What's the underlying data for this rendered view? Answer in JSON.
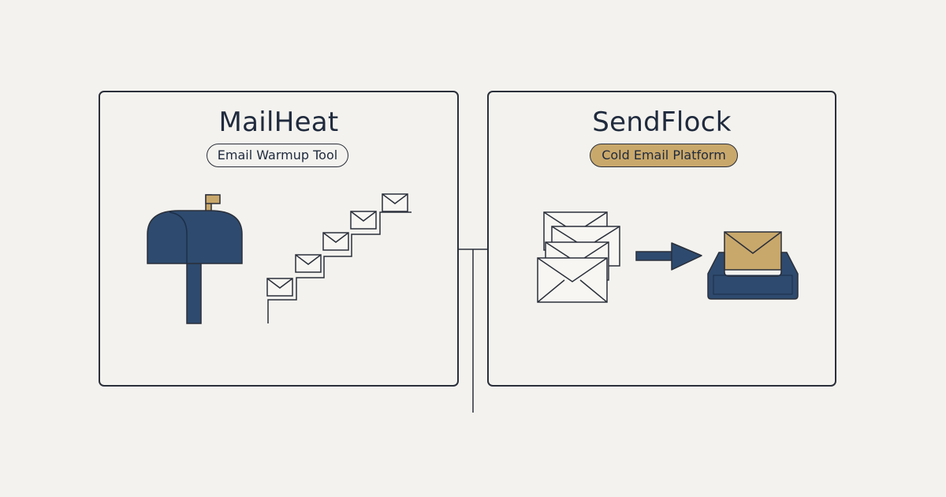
{
  "colors": {
    "background": "#f3f2ee",
    "navy": "#2e4a6e",
    "gold": "#c9a86b",
    "outline": "#2a2f3a",
    "envelope_fill": "#f7f6f2"
  },
  "left_tool": {
    "name": "MailHeat",
    "badge": "Email Warmup Tool",
    "icons": [
      "mailbox-icon",
      "envelope-staircase-icon"
    ]
  },
  "right_tool": {
    "name": "SendFlock",
    "badge": "Cold Email Platform",
    "icons": [
      "envelope-stack-icon",
      "arrow-right-icon",
      "inbox-tray-icon"
    ]
  }
}
